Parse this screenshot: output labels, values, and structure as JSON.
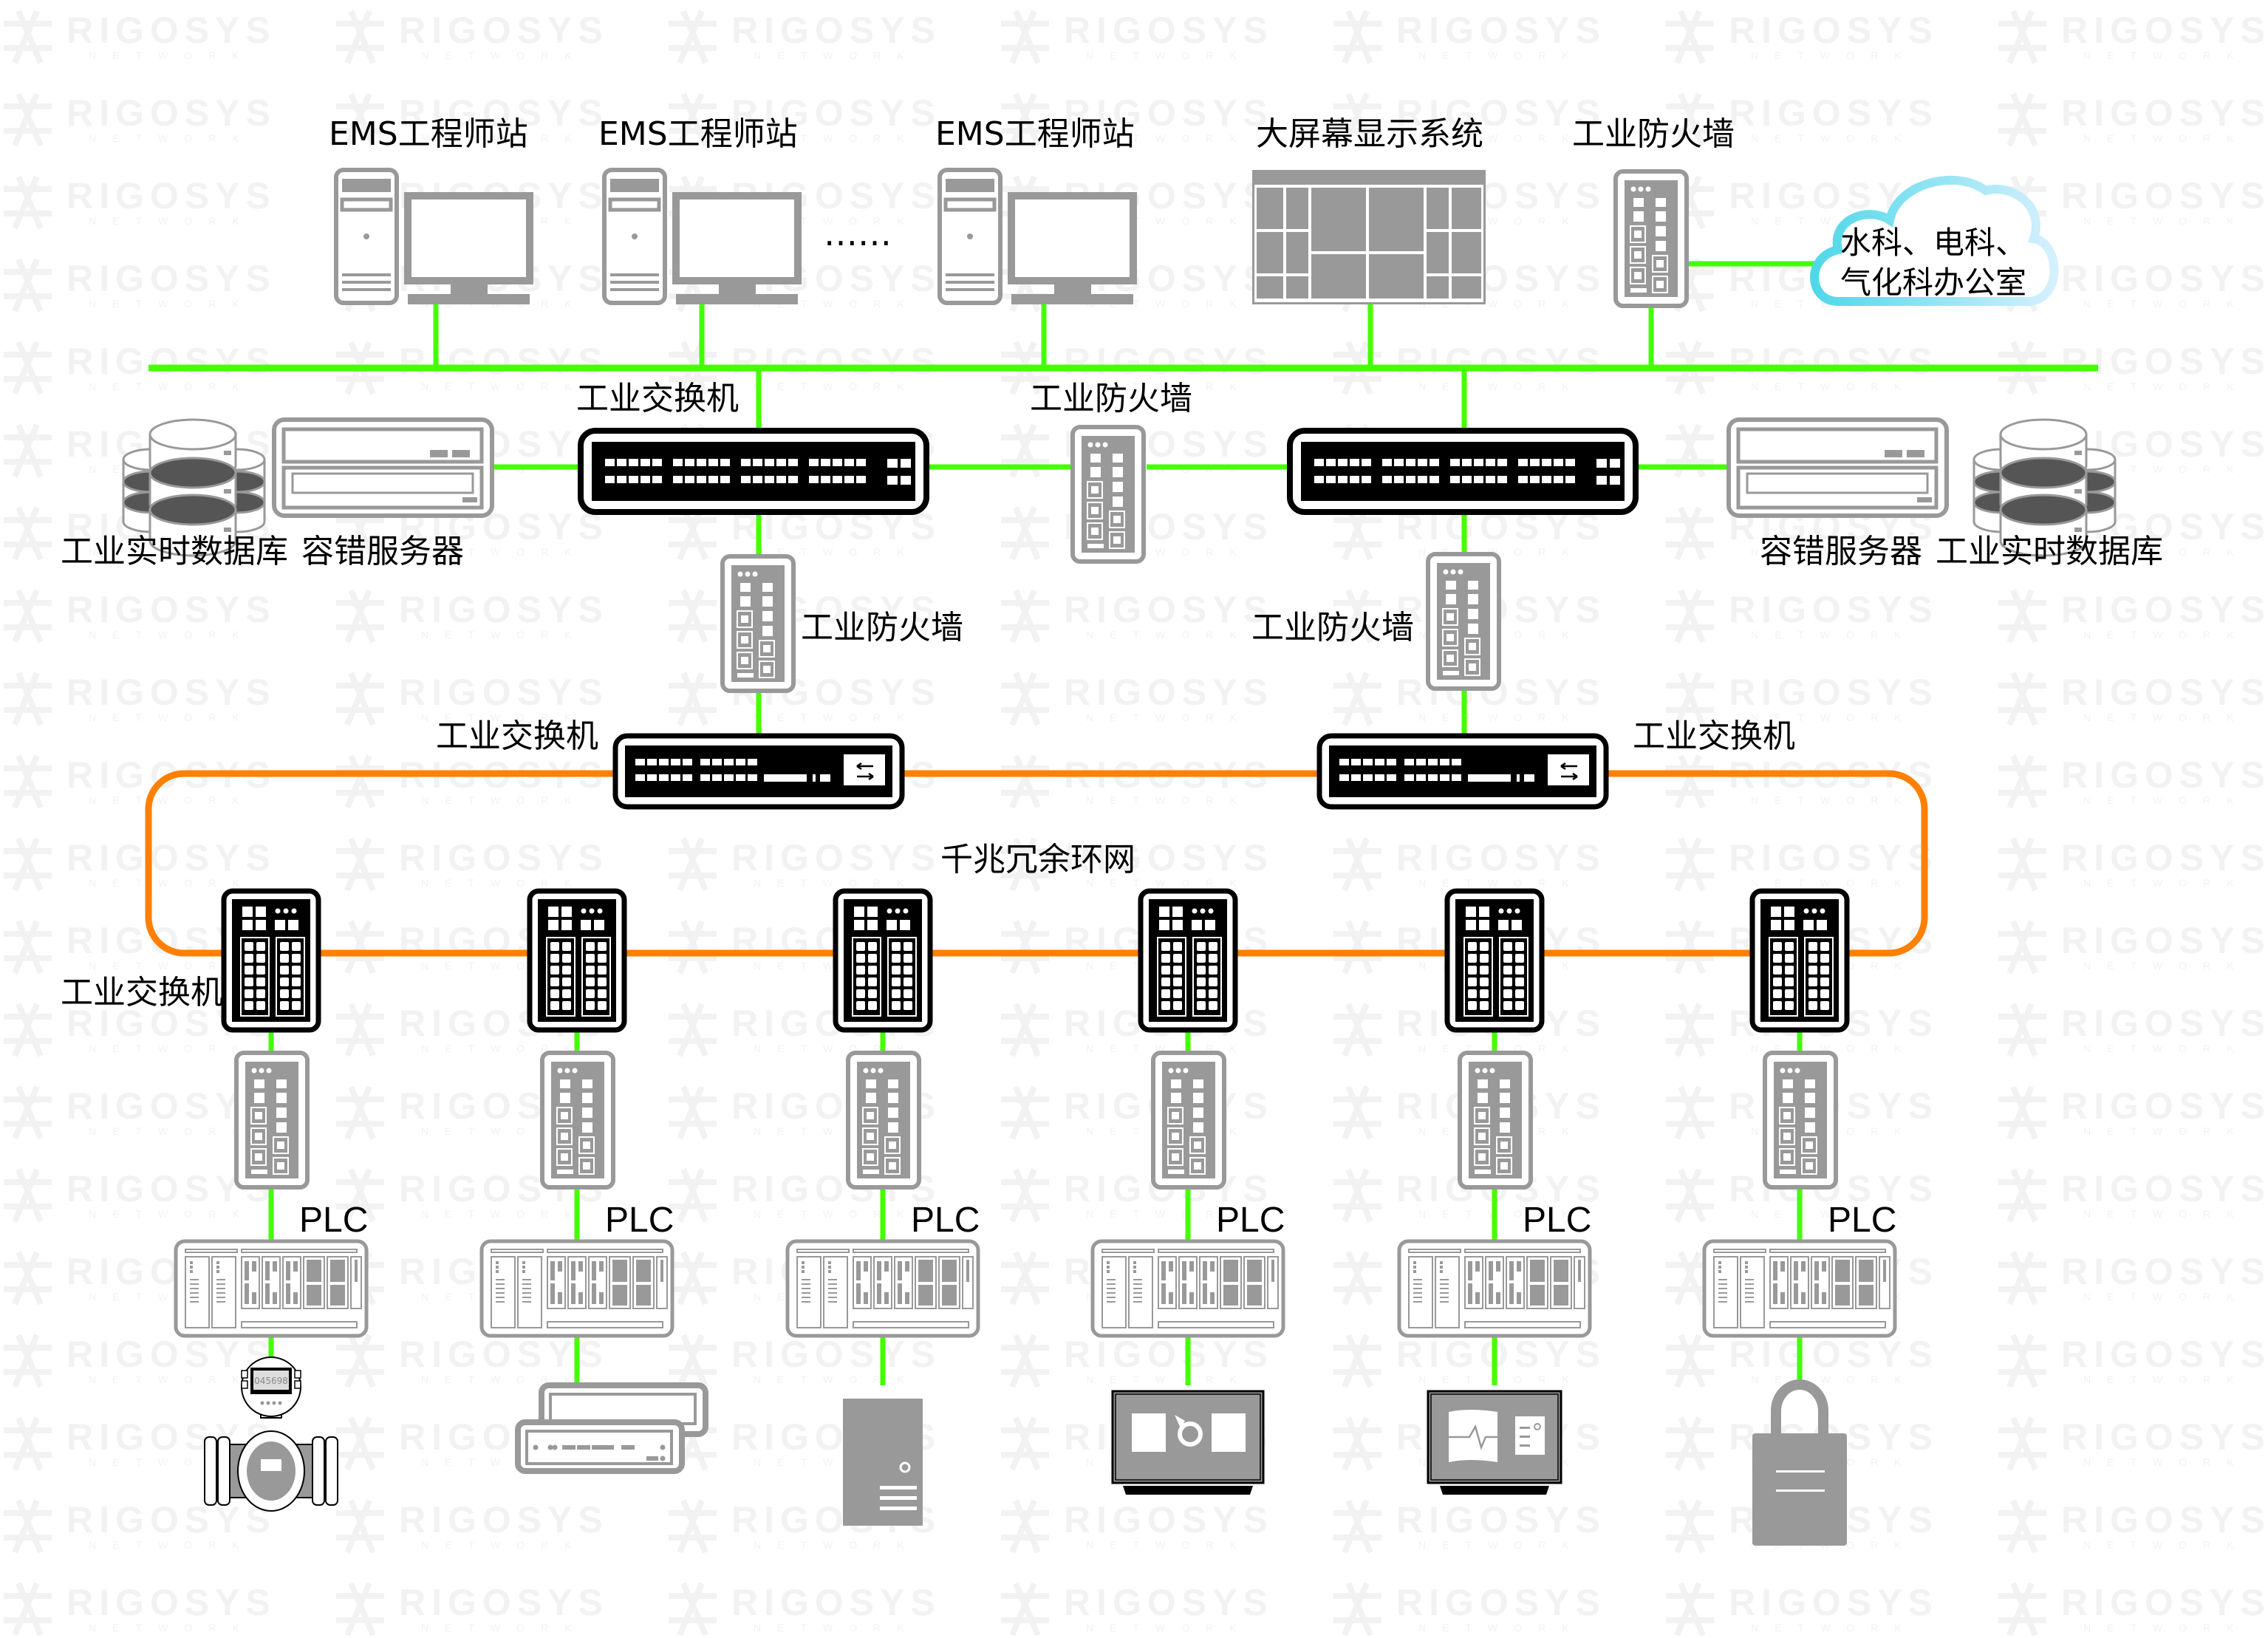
{
  "diagram": {
    "title": "Industrial EMS network topology",
    "watermark": {
      "brand": "RIGOSYS",
      "sub": "NETWORK"
    },
    "colors": {
      "ethernet_link": "#44ff00",
      "ring_link": "#ff8000",
      "device_gray": "#999999",
      "device_black": "#000000",
      "cloud_edge_start": "#4fd8e8",
      "cloud_edge_end": "#d6f0ff",
      "watermark": "#f2f2f2"
    },
    "top_layer": {
      "workstations": [
        {
          "label": "EMS工程师站",
          "icon": "workstation-icon"
        },
        {
          "label": "EMS工程师站",
          "icon": "workstation-icon"
        },
        {
          "label": "EMS工程师站",
          "icon": "workstation-icon"
        }
      ],
      "ellipsis": "……",
      "display_wall": {
        "label": "大屏幕显示系统",
        "icon": "video-wall-icon"
      },
      "firewall": {
        "label": "工业防火墙",
        "icon": "firewall-icon"
      },
      "cloud": {
        "line1": "水科、电科、",
        "line2": "气化科办公室",
        "icon": "cloud-icon"
      }
    },
    "core_layer": {
      "left_switch": {
        "label": "工业交换机",
        "icon": "rack-switch-icon"
      },
      "middle_firewall": {
        "label": "工业防火墙",
        "icon": "firewall-icon"
      },
      "right_switch": {
        "icon": "rack-switch-icon"
      },
      "left_database": {
        "label": "工业实时数据库",
        "icon": "database-icon"
      },
      "left_server": {
        "label": "容错服务器",
        "icon": "server-icon"
      },
      "right_server": {
        "label": "容错服务器",
        "icon": "server-icon"
      },
      "right_database": {
        "label": "工业实时数据库",
        "icon": "database-icon"
      }
    },
    "distribution_layer": {
      "left_firewall": {
        "label": "工业防火墙",
        "icon": "firewall-icon"
      },
      "right_firewall": {
        "label": "工业防火墙",
        "icon": "firewall-icon"
      },
      "left_switch": {
        "label": "工业交换机",
        "icon": "ring-switch-icon"
      },
      "right_switch": {
        "label": "工业交换机",
        "icon": "ring-switch-icon"
      }
    },
    "ring": {
      "label": "千兆冗余环网"
    },
    "field_layer": {
      "switch_label": "工业交换机",
      "cells": [
        {
          "plc_label": "PLC",
          "device": "flow-meter-icon",
          "meter_reading": "045698"
        },
        {
          "plc_label": "PLC",
          "device": "rack-units-icon"
        },
        {
          "plc_label": "PLC",
          "device": "tower-server-icon"
        },
        {
          "plc_label": "PLC",
          "device": "hmi-panel-icon"
        },
        {
          "plc_label": "PLC",
          "device": "monitor-panel-icon"
        },
        {
          "plc_label": "PLC",
          "device": "padlock-icon"
        }
      ]
    }
  }
}
